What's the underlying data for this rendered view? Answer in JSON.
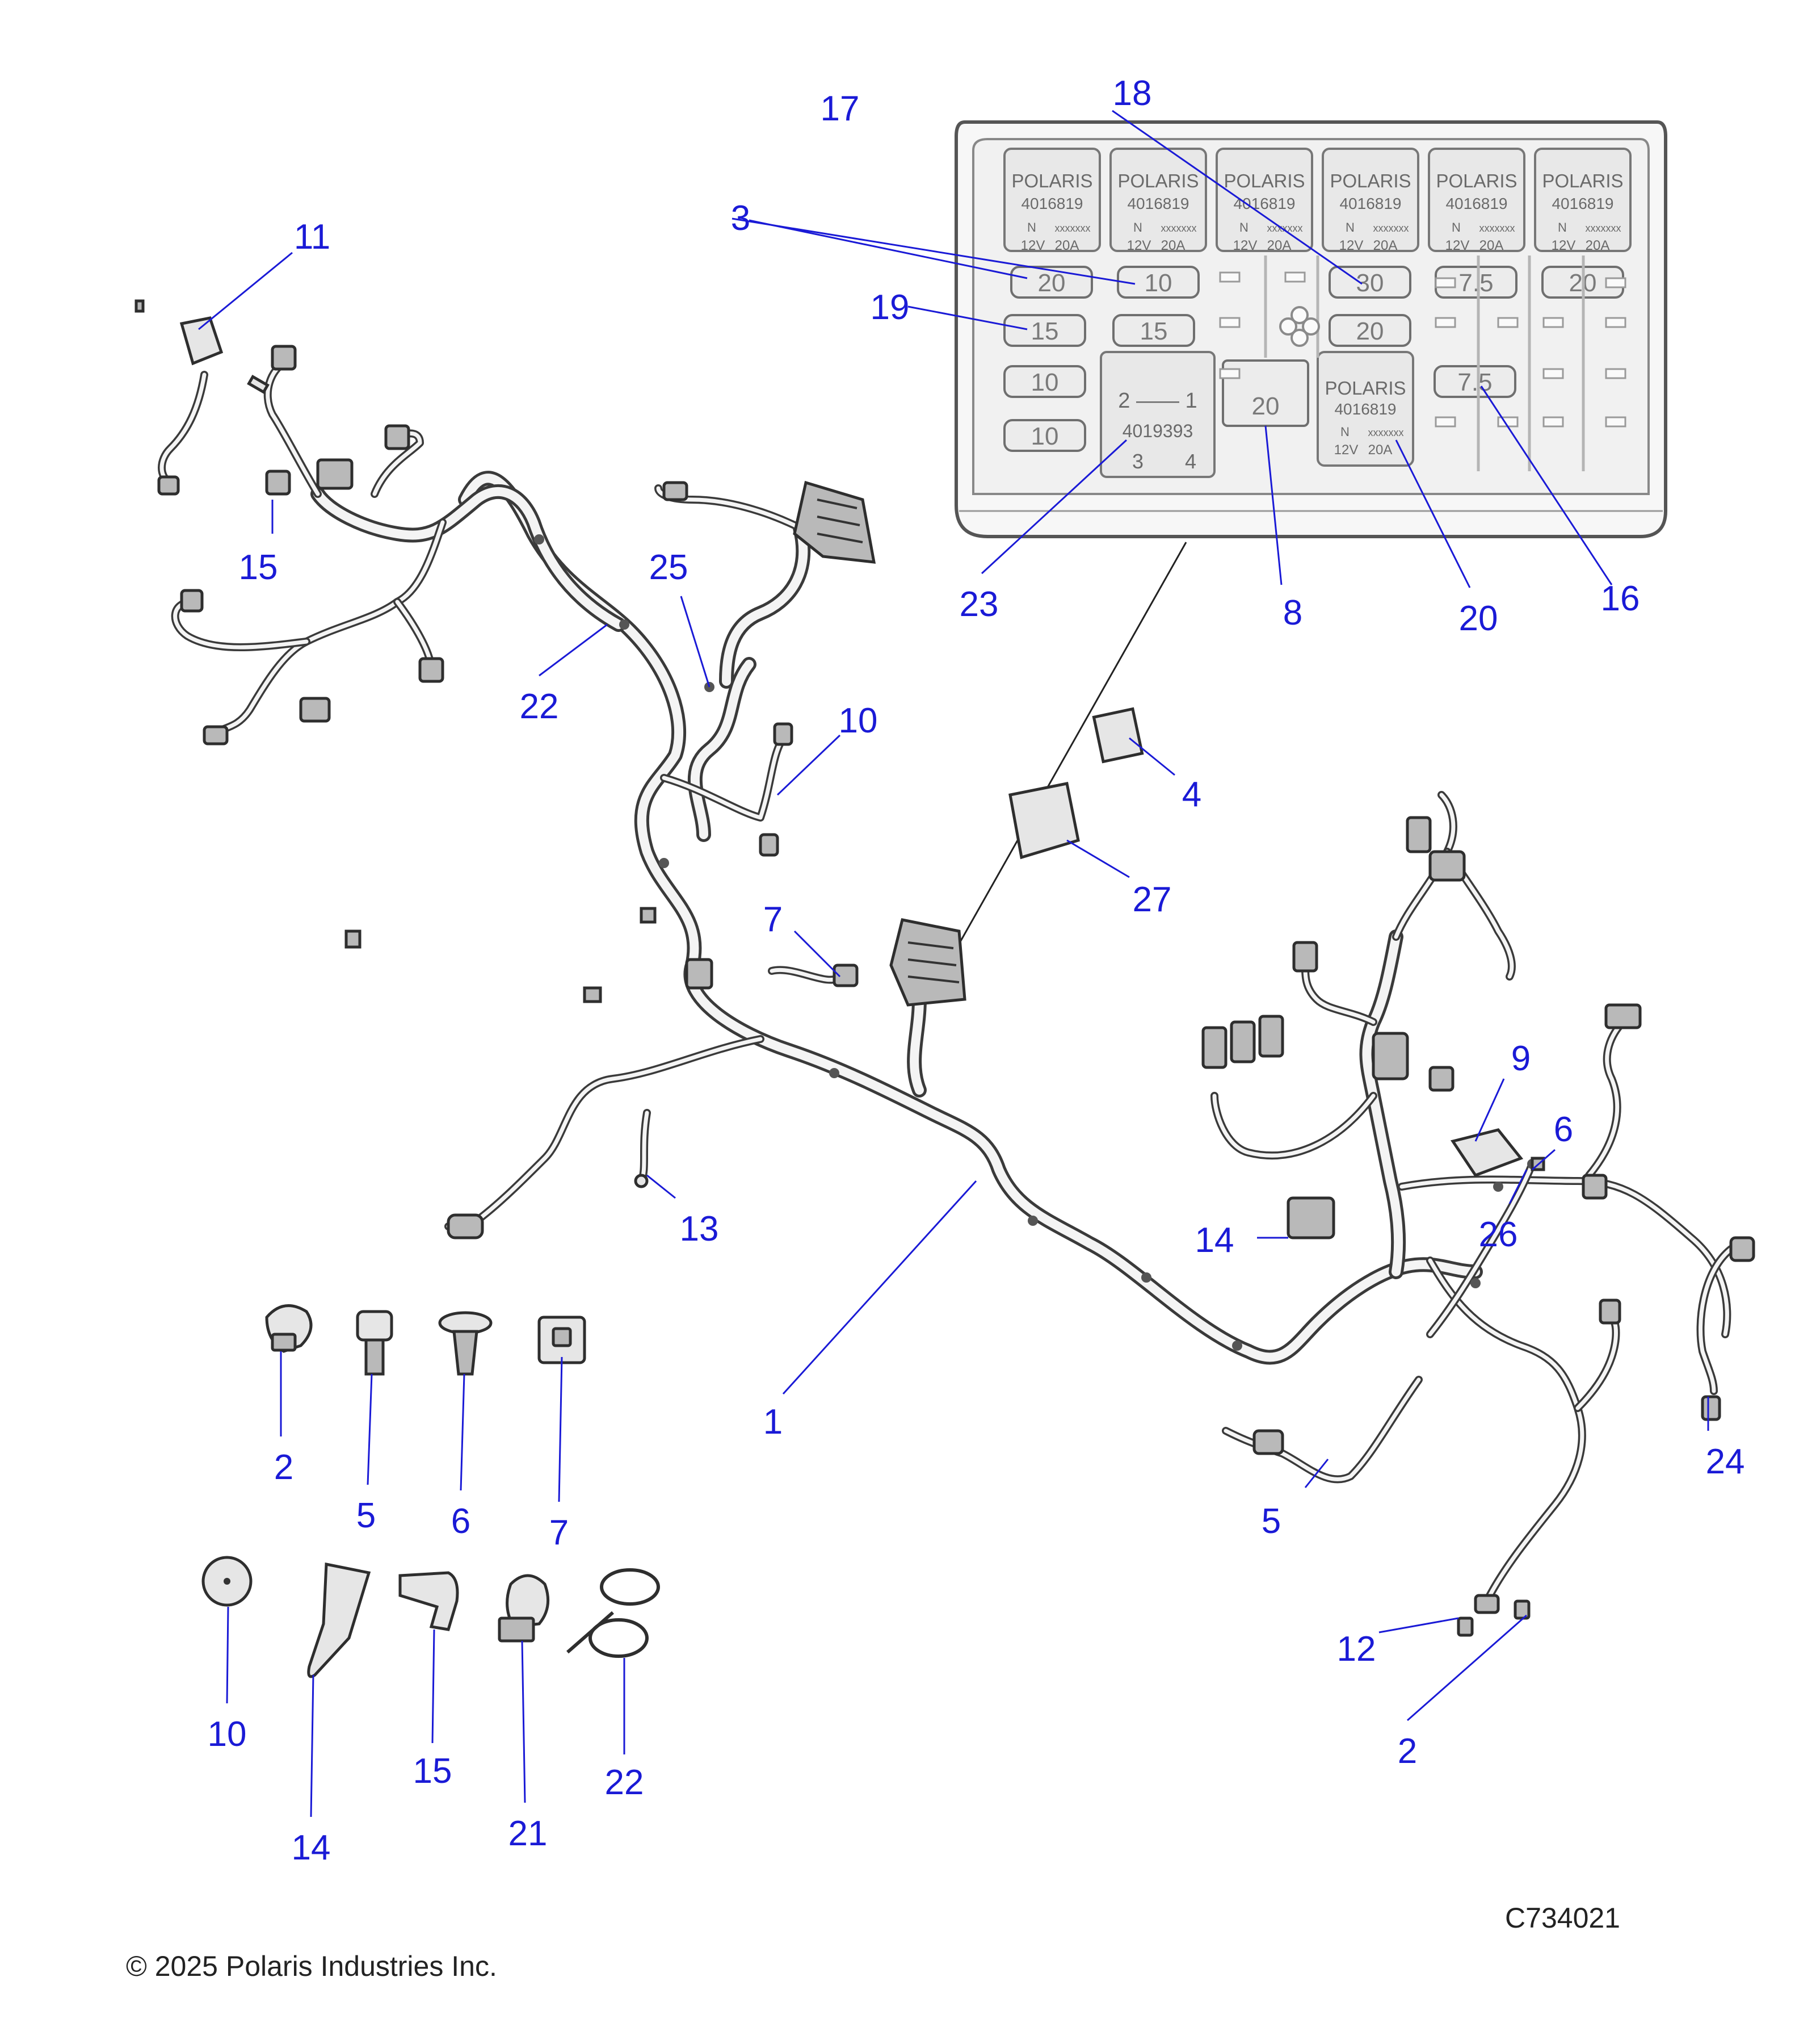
{
  "callouts": {
    "c1": "1",
    "c2a": "2",
    "c2b": "2",
    "c3": "3",
    "c4": "4",
    "c5a": "5",
    "c5b": "5",
    "c6a": "6",
    "c6b": "6",
    "c7a": "7",
    "c7b": "7",
    "c8": "8",
    "c9": "9",
    "c10a": "10",
    "c10b": "10",
    "c11": "11",
    "c12": "12",
    "c13": "13",
    "c14a": "14",
    "c14b": "14",
    "c15a": "15",
    "c15b": "15",
    "c16": "16",
    "c17": "17",
    "c18": "18",
    "c19": "19",
    "c20": "20",
    "c21": "21",
    "c22a": "22",
    "c22b": "22",
    "c23": "23",
    "c24": "24",
    "c25": "25",
    "c26": "26",
    "c27": "27"
  },
  "fuse_box": {
    "relay_brand": "POLARIS",
    "relay_part": "4016819",
    "relay_voltage": "12V",
    "relay_amps": "20A",
    "relay_code": "xxxxxxx",
    "relay_logo": "N",
    "main_relay_pins_top": "2 —— 1",
    "main_relay_part": "4019393",
    "main_relay_pin3": "3",
    "main_relay_pin4": "4",
    "fuses": {
      "f1": "20",
      "f2": "10",
      "f3": "30",
      "f4": "7.5",
      "f5": "20",
      "f6": "15",
      "f7": "15",
      "f8": "20",
      "f9": "10",
      "f10": "10",
      "f11": "7.5",
      "f12": "20"
    }
  },
  "footer": {
    "copyright": "© 2025 Polaris Industries Inc.",
    "figure_id": "C734021"
  }
}
